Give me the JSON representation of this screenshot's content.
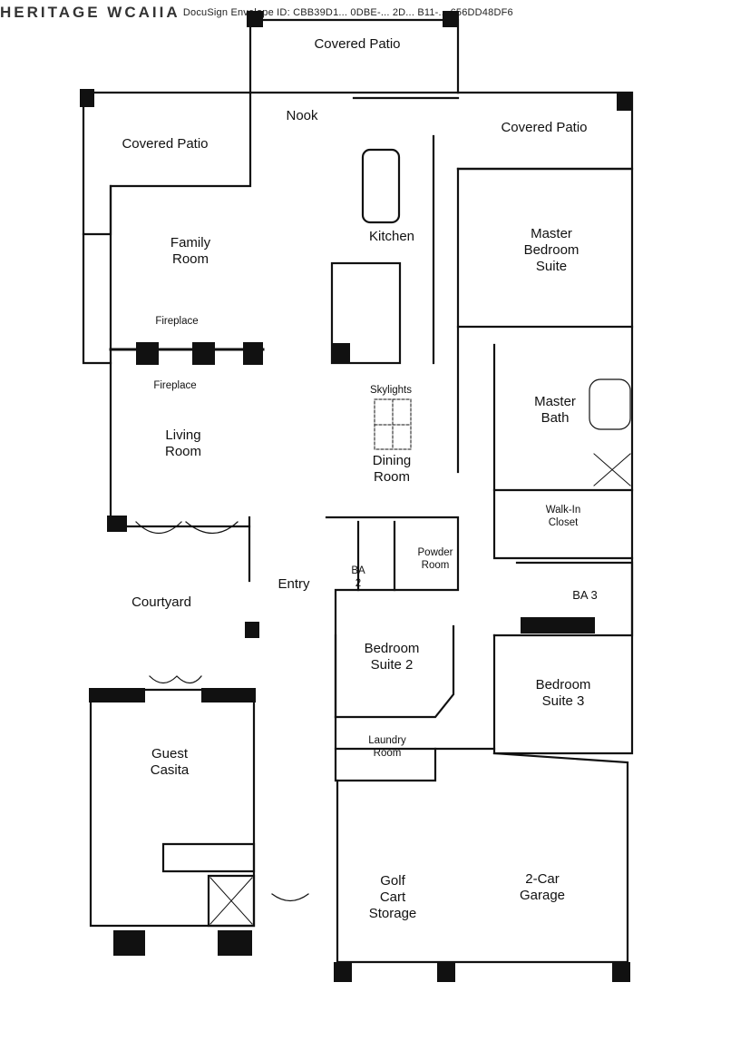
{
  "header": {
    "envelope_id": "DocuSign Envelope ID: CBB39D1... 0DBE-... 2D... B11-... 656DD48DF6",
    "community_mark": "HERITAGE  WCAIIA"
  },
  "rooms": {
    "covered_patio_top": [
      "Covered Patio"
    ],
    "nook": [
      "Nook"
    ],
    "covered_patio_right": [
      "Covered Patio"
    ],
    "covered_patio_left": [
      "Covered Patio"
    ],
    "family_room": [
      "Family",
      "Room"
    ],
    "kitchen": [
      "Kitchen"
    ],
    "master_bedroom_suite": [
      "Master",
      "Bedroom",
      "Suite"
    ],
    "fireplace_upper": [
      "Fireplace"
    ],
    "fireplace_lower": [
      "Fireplace"
    ],
    "skylights": [
      "Skylights"
    ],
    "master_bath": [
      "Master",
      "Bath"
    ],
    "living_room": [
      "Living",
      "Room"
    ],
    "dining_room": [
      "Dining",
      "Room"
    ],
    "walk_in_closet": [
      "Walk-In",
      "Closet"
    ],
    "powder_room": [
      "Powder",
      "Room"
    ],
    "ba_2": [
      "BA",
      "2"
    ],
    "entry": [
      "Entry"
    ],
    "courtyard": [
      "Courtyard"
    ],
    "ba_3": [
      "BA 3"
    ],
    "bedroom_suite_2": [
      "Bedroom",
      "Suite 2"
    ],
    "bedroom_suite_3": [
      "Bedroom",
      "Suite 3"
    ],
    "laundry_room": [
      "Laundry",
      "Room"
    ],
    "guest_casita": [
      "Guest",
      "Casita"
    ],
    "golf_cart_storage": [
      "Golf",
      "Cart",
      "Storage"
    ],
    "two_car_garage": [
      "2-Car",
      "Garage"
    ]
  }
}
